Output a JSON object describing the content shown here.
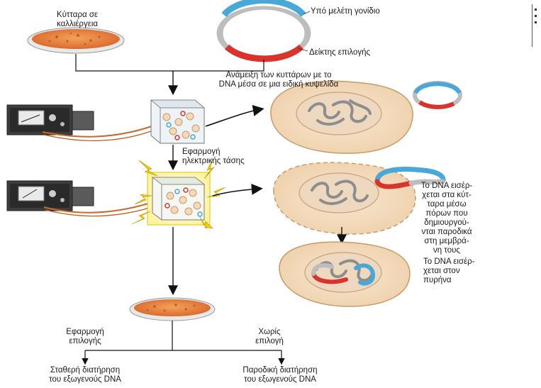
{
  "labels": {
    "cells_culture": [
      "Κύτταρα σε",
      "καλλιέργεια"
    ],
    "gene_under_study": "Υπό μελέτη γονίδιο",
    "selection_marker": "Δείκτης επιλογής",
    "mixing": [
      "Ανάμειξη των κυττάρων με το",
      "DNA μέσα σε μια ειδική κυψελίδα"
    ],
    "apply_voltage": [
      "Εφαρμογή",
      "ηλεκτρικής τάσης"
    ],
    "dna_enters_cells": [
      "Το DNA εισέρ-",
      "χεται στα κύτ-",
      "ταρα μέσω",
      "πόρων που",
      "δημιουργού-",
      "νται παροδικά",
      "στη μεμβρά-",
      "νη τους"
    ],
    "dna_enters_nucleus": [
      "Το DNA εισέρ-",
      "χεται στον",
      "πυρήνα"
    ],
    "apply_selection": [
      "Εφαρμογή",
      "επιλογής"
    ],
    "no_selection": [
      "Χωρίς",
      "επιλογή"
    ],
    "stable_maintenance": [
      "Σταθερή διατήρηση",
      "του εξωγενούς DNA"
    ],
    "transient_maintenance": [
      "Παροδική διατήρηση",
      "του εξωγενούς DNA"
    ]
  },
  "colors": {
    "plasmid_gene": "#4aa8d8",
    "plasmid_marker": "#d9342b",
    "plasmid_backbone": "#c9c9c9",
    "dish_culture": "#e0782a",
    "cell_fill": "#f3dcc0",
    "cell_edge": "#c79a6a",
    "nucleus": "#e9d6c0",
    "chromatin": "#9a9a9a",
    "voltage_glow": "#fff7a8",
    "spark": "#e8c400"
  },
  "icons": [
    "petri-dish-icon",
    "plasmid-icon",
    "power-supply-icon",
    "cuvette-icon",
    "cell-icon",
    "spark-icon"
  ]
}
